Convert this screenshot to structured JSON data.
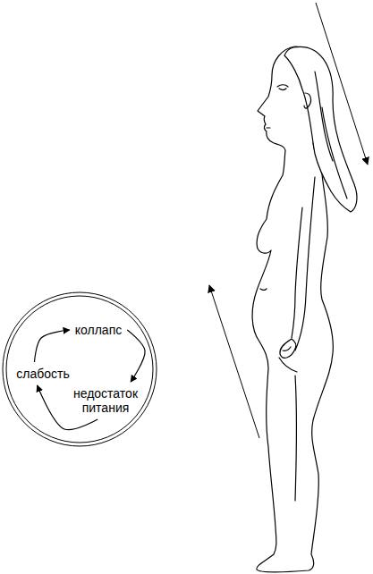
{
  "diagram": {
    "nodes": [
      {
        "text": [
          "коллапс"
        ]
      },
      {
        "text": [
          "недостаток питания"
        ]
      },
      {
        "text": [
          "слабость"
        ]
      }
    ],
    "edges": [
      {
        "from": 0,
        "to": 1,
        "arrow": "to"
      },
      {
        "from": 1,
        "to": 2,
        "arrow": "to"
      },
      {
        "from": 2,
        "to": 0,
        "arrow": "to"
      }
    ]
  }
}
